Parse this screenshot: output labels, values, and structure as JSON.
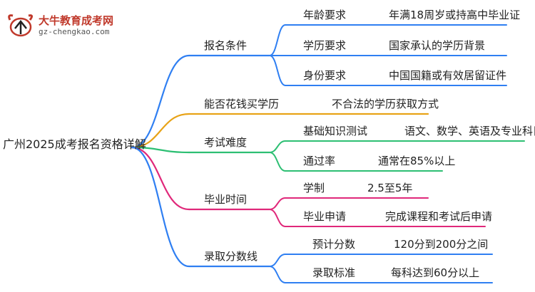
{
  "logo": {
    "title": "大牛教育成考网",
    "url": "gz-chengkao.com"
  },
  "root": "广州2025成考报名资格详解",
  "branches": [
    {
      "label": "报名条件",
      "color": "#2f7ff2",
      "children": [
        {
          "label": "年龄要求",
          "detail": "年满18周岁或持高中毕业证"
        },
        {
          "label": "学历要求",
          "detail": "国家承认的学历背景"
        },
        {
          "label": "身份要求",
          "detail": "中国国籍或有效居留证件"
        }
      ]
    },
    {
      "label": "能否花钱买学历",
      "color": "#e8a317",
      "detail": "不合法的学历获取方式"
    },
    {
      "label": "考试难度",
      "color": "#2dbf73",
      "children": [
        {
          "label": "基础知识测试",
          "detail": "语文、数学、英语及专业科目"
        },
        {
          "label": "通过率",
          "detail": "通常在85%以上"
        }
      ]
    },
    {
      "label": "毕业时间",
      "color": "#e0287a",
      "children": [
        {
          "label": "学制",
          "detail": "2.5至5年"
        },
        {
          "label": "毕业申请",
          "detail": "完成课程和考试后申请"
        }
      ]
    },
    {
      "label": "录取分数线",
      "color": "#2f7ff2",
      "children": [
        {
          "label": "预计分数",
          "detail": "120分到200分之间"
        },
        {
          "label": "录取标准",
          "detail": "每科达到60分以上"
        }
      ]
    }
  ]
}
